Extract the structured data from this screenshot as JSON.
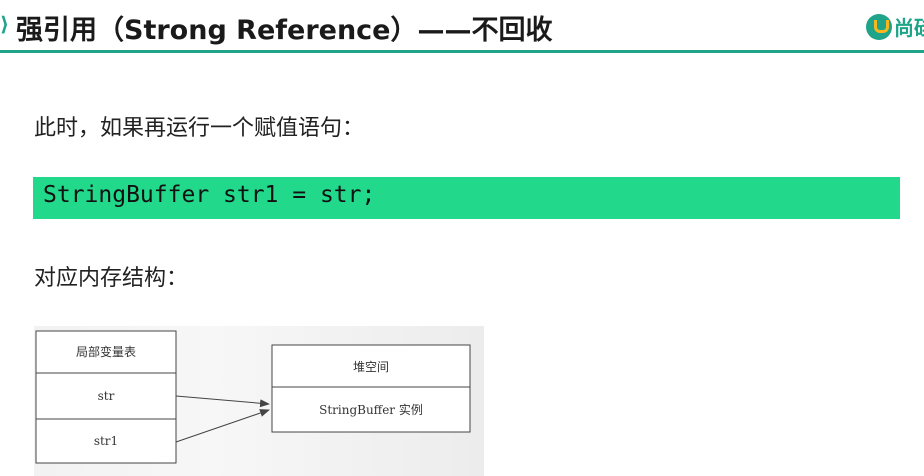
{
  "header": {
    "bullet": "⟩",
    "title": "强引用（Strong Reference）——不回收",
    "logo_text": "尚硅"
  },
  "body": {
    "paragraph1": "此时，如果再运行一个赋值语句：",
    "code": "StringBuffer str1 = str;",
    "paragraph2": "对应内存结构："
  },
  "diagram": {
    "stack_table": {
      "header": "局部变量表",
      "rows": [
        "str",
        "str1"
      ]
    },
    "heap_box": {
      "header": "堆空间",
      "content": "StringBuffer 实例"
    }
  },
  "colors": {
    "accent": "#1fa389",
    "code_bg": "#22d88a",
    "logo_yellow": "#f6b71e"
  }
}
